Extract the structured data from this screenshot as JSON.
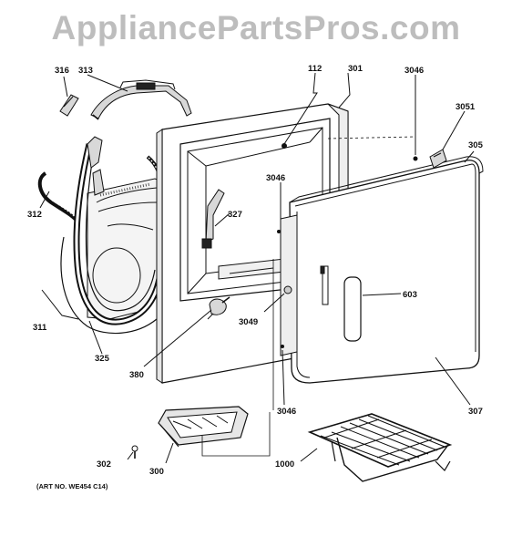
{
  "watermark": "AppliancePartsPros.com",
  "art_number": "(ART NO. WE454 C14)",
  "callouts": {
    "p316": "316",
    "p313": "313",
    "p312": "312",
    "p311": "311",
    "p325": "325",
    "p380": "380",
    "p302": "302",
    "p300": "300",
    "p112": "112",
    "p301": "301",
    "p3046_top": "3046",
    "p3051": "3051",
    "p305": "305",
    "p3046_mid": "3046",
    "p327": "327",
    "p603": "603",
    "p3049": "3049",
    "p307": "307",
    "p3046_bot": "3046",
    "p1000": "1000"
  }
}
